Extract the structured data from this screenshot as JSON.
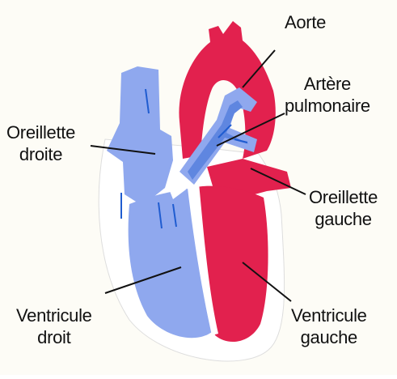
{
  "labels": {
    "aorte": [
      "Aorte"
    ],
    "artere_pulmonaire": [
      "Artère",
      "pulmonaire"
    ],
    "oreillette_droite": [
      "Oreillette",
      "droite"
    ],
    "oreillette_gauche": [
      "Oreillette",
      "gauche"
    ],
    "ventricule_droit": [
      "Ventricule",
      "droit"
    ],
    "ventricule_gauche": [
      "Ventricule",
      "gauche"
    ]
  },
  "colors": {
    "deoxygenated_blood": "#8fa8ee",
    "oxygenated_blood": "#e2214e",
    "vessel_inner": "#5f86e0",
    "arrow": "#1f5cd0",
    "heart_wall": "#ffffff",
    "leader_line": "#111111"
  }
}
